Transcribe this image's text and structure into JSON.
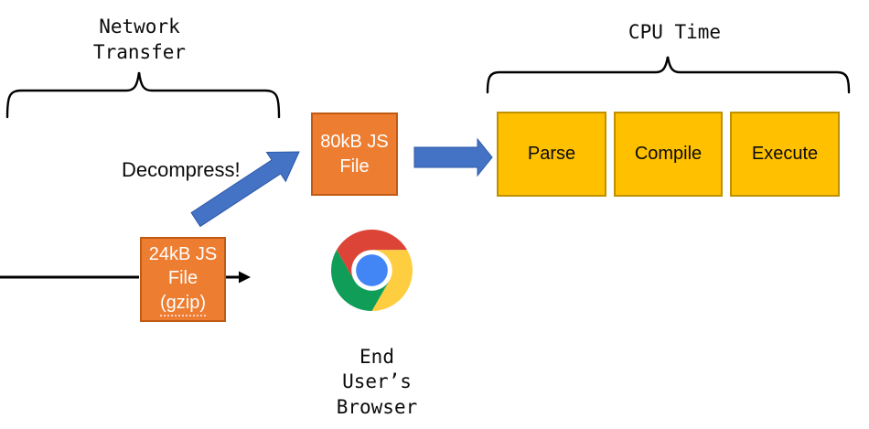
{
  "diagram": {
    "network_transfer_label": "Network\nTransfer",
    "cpu_time_label": "CPU Time",
    "decompress_label": "Decompress!",
    "browser_caption": "End\nUser’s\nBrowser"
  },
  "boxes": {
    "gzip_file": {
      "lines": [
        "24kB JS",
        "File",
        "(gzip)"
      ]
    },
    "full_file": {
      "lines": [
        "80kB JS",
        "File"
      ]
    },
    "cpu_steps": [
      {
        "label": "Parse"
      },
      {
        "label": "Compile"
      },
      {
        "label": "Execute"
      }
    ]
  },
  "icons": {
    "browser": "chrome-logo"
  },
  "colors": {
    "file_box_fill": "#ED7D31",
    "file_box_border": "#C05A15",
    "cpu_box_fill": "#FFC000",
    "cpu_box_border": "#BF9000",
    "arrow_blue": "#4472C4",
    "arrow_black": "#000000",
    "chrome_red": "#DB4437",
    "chrome_green": "#0F9D58",
    "chrome_yellow": "#FFCD40",
    "chrome_blue": "#4285F4"
  }
}
